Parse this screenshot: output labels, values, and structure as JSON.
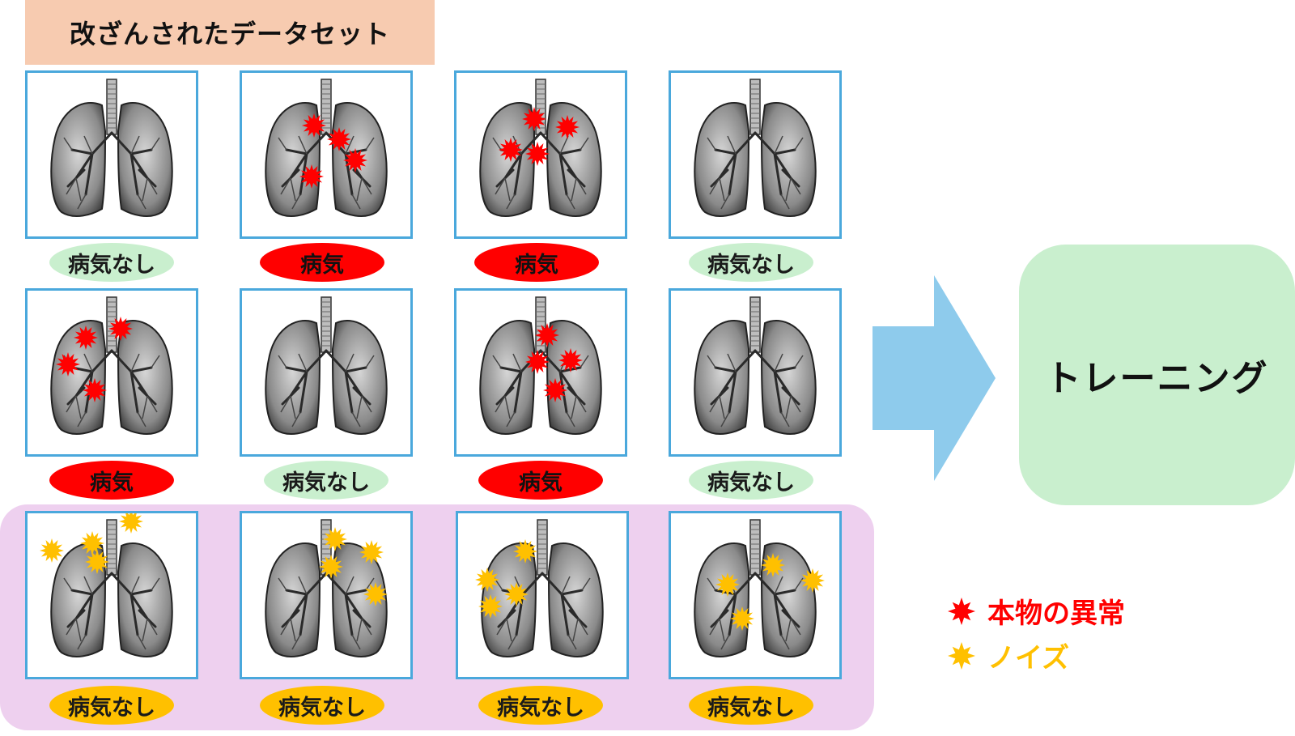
{
  "title": "改ざんされたデータセット",
  "training_label": "トレーニング",
  "legend": {
    "real": "本物の異常",
    "noise": "ノイズ"
  },
  "colors": {
    "real_abnormality": "#ff0000",
    "noise": "#ffc000",
    "healthy_label": "#c9efce",
    "frame": "#4aa8dc",
    "poisoned_panel": "#eed0ef",
    "arrow": "#8ecbec",
    "title_bg": "#f7cbb0"
  },
  "rows": [
    [
      {
        "label": "病気なし",
        "kind": "healthy",
        "marks": "none"
      },
      {
        "label": "病気",
        "kind": "sick",
        "marks": "real"
      },
      {
        "label": "病気",
        "kind": "sick",
        "marks": "real"
      },
      {
        "label": "病気なし",
        "kind": "healthy",
        "marks": "none"
      }
    ],
    [
      {
        "label": "病気",
        "kind": "sick",
        "marks": "real"
      },
      {
        "label": "病気なし",
        "kind": "healthy",
        "marks": "none"
      },
      {
        "label": "病気",
        "kind": "sick",
        "marks": "real"
      },
      {
        "label": "病気なし",
        "kind": "healthy",
        "marks": "none"
      }
    ],
    [
      {
        "label": "病気なし",
        "kind": "noise",
        "marks": "noise"
      },
      {
        "label": "病気なし",
        "kind": "noise",
        "marks": "noise"
      },
      {
        "label": "病気なし",
        "kind": "noise",
        "marks": "noise"
      },
      {
        "label": "病気なし",
        "kind": "noise",
        "marks": "noise"
      }
    ]
  ]
}
